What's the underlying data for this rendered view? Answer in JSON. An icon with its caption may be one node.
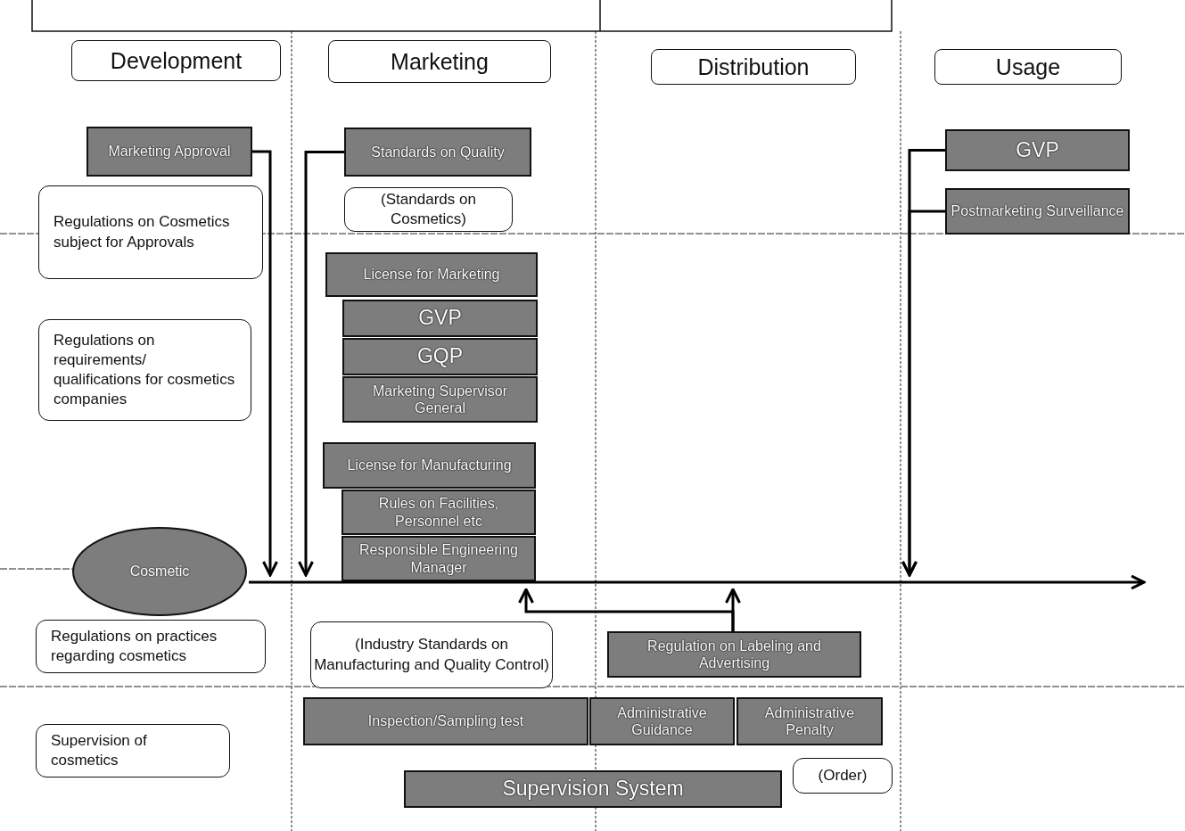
{
  "diagram": {
    "nodes": [
      {
        "text": [
          "Development"
        ]
      },
      {
        "text": [
          "Marketing"
        ]
      },
      {
        "text": [
          "Distribution"
        ]
      },
      {
        "text": [
          "Usage"
        ]
      },
      {
        "text": [
          "Marketing Approval"
        ]
      },
      {
        "text": [
          "Regulations on Cosmetics subject for Approvals"
        ]
      },
      {
        "text": [
          "Standards on Quality"
        ]
      },
      {
        "text": [
          "(Standards on Cosmetics)"
        ]
      },
      {
        "text": [
          "GVP"
        ]
      },
      {
        "text": [
          "Postmarketing Surveillance"
        ]
      },
      {
        "text": [
          "License for Marketing"
        ]
      },
      {
        "text": [
          "GVP"
        ]
      },
      {
        "text": [
          "GQP"
        ]
      },
      {
        "text": [
          "Marketing Supervisor General"
        ]
      },
      {
        "text": [
          "Regulations on requirements/ qualifications for cosmetics companies"
        ]
      },
      {
        "text": [
          "License for Manufacturing"
        ]
      },
      {
        "text": [
          "Rules on Facilities, Personnel etc"
        ]
      },
      {
        "text": [
          "Responsible Engineering Manager"
        ]
      },
      {
        "text": [
          "Cosmetic"
        ]
      },
      {
        "text": [
          "Regulations on practices regarding cosmetics"
        ]
      },
      {
        "text": [
          "(Industry Standards on Manufacturing and Quality Control)"
        ]
      },
      {
        "text": [
          "Regulation on Labeling and Advertising"
        ]
      },
      {
        "text": [
          "Inspection/Sampling test"
        ]
      },
      {
        "text": [
          "Administrative Guidance"
        ]
      },
      {
        "text": [
          "Administrative Penalty"
        ]
      },
      {
        "text": [
          "Supervision of cosmetics"
        ]
      },
      {
        "text": [
          "(Order)"
        ]
      },
      {
        "text": [
          "Supervision System"
        ]
      },
      {
        "text": [],
        "shape": "arrow"
      }
    ],
    "edges": [
      {
        "from": 4,
        "to": 28,
        "arrow": "to"
      },
      {
        "from": 6,
        "to": 28,
        "arrow": "to"
      },
      {
        "from": 8,
        "to": 28,
        "arrow": "to"
      },
      {
        "from": 9,
        "to": 28,
        "arrow": "to"
      },
      {
        "from": 21,
        "to": 28,
        "arrow": "to"
      },
      {
        "from": 21,
        "to": 28,
        "arrow": "to"
      }
    ]
  }
}
